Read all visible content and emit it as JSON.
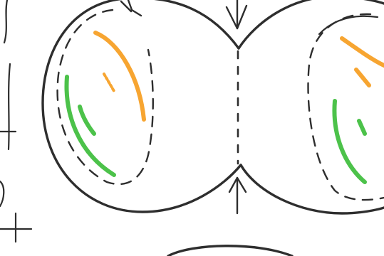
{
  "colors": {
    "ink": "#2e2e2e",
    "orange_strand": "#f7a531",
    "green_strand": "#4cc24a",
    "background": "#ffffff"
  },
  "figure": {
    "description_free": true,
    "cells": [
      "left-cell",
      "right-cell"
    ],
    "arrows": [
      "top-arrow-left",
      "top-arrow-center",
      "bottom-arrow-center"
    ]
  }
}
